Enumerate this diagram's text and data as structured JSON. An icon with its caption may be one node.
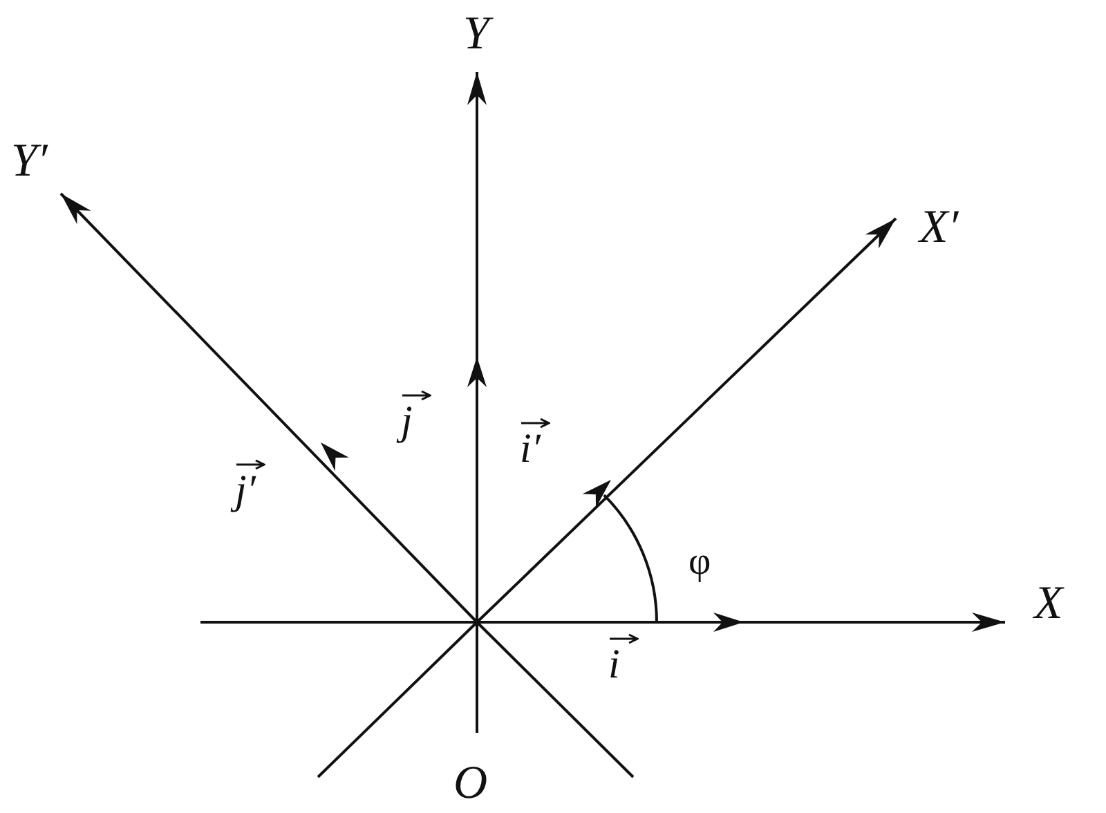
{
  "diagram": {
    "labels": [
      "Y",
      "Y′",
      "X′",
      "X",
      "j",
      "j′",
      "i′",
      "i",
      "φ",
      "O"
    ]
  }
}
